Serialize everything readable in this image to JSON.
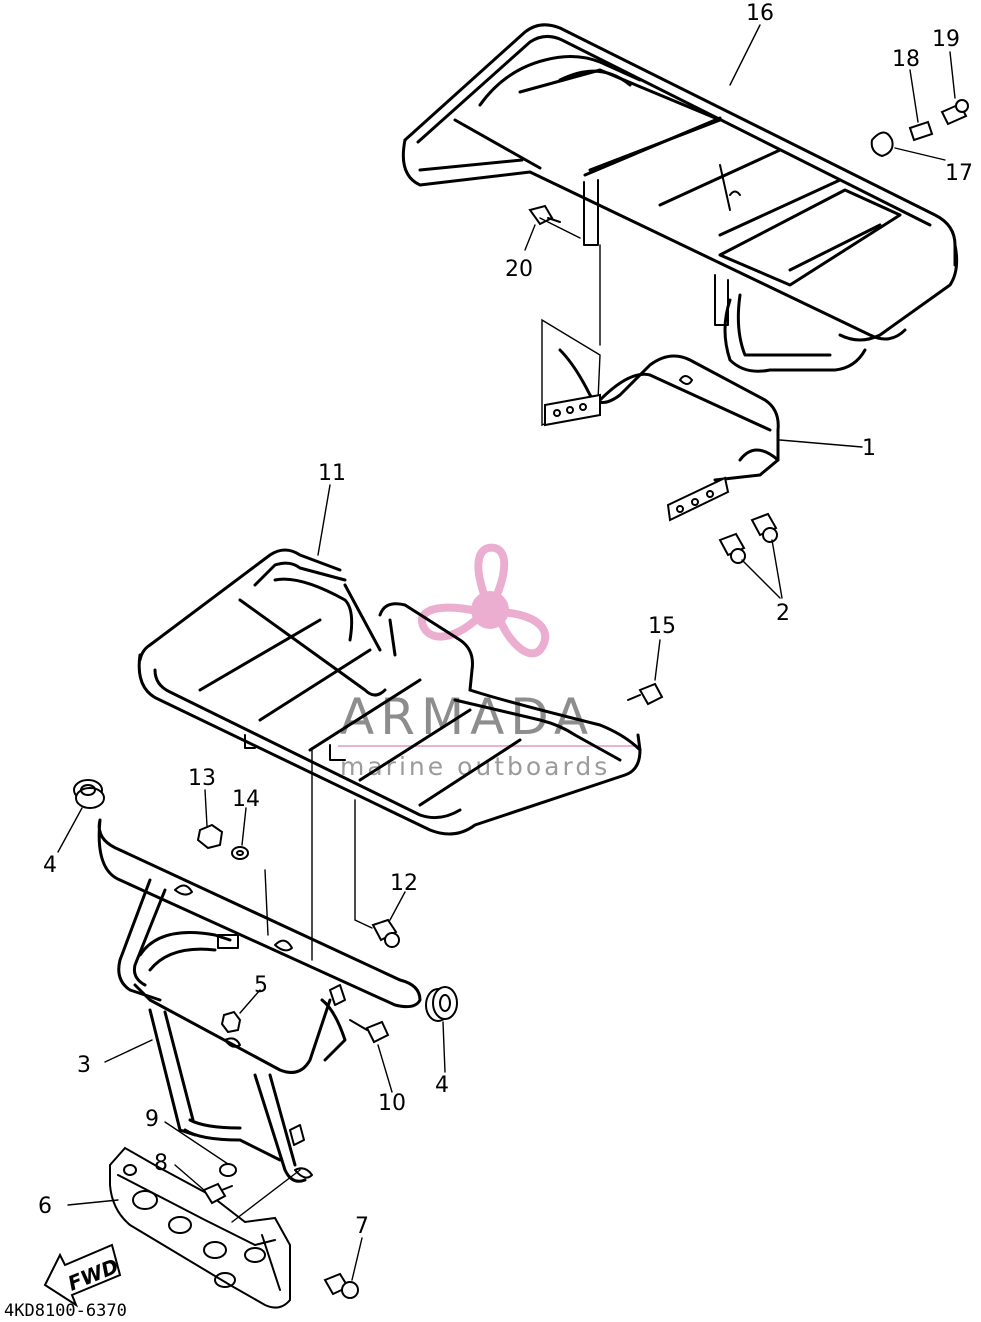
{
  "diagram_code": "4KD8100-6370",
  "watermark": {
    "brand": "ARMADA",
    "tagline": "marine outboards",
    "logo_color": "#e8a0c8"
  },
  "direction_label": "FWD",
  "callouts": [
    {
      "id": "c1",
      "label": "1"
    },
    {
      "id": "c2",
      "label": "2"
    },
    {
      "id": "c3",
      "label": "3"
    },
    {
      "id": "c4a",
      "label": "4"
    },
    {
      "id": "c4b",
      "label": "4"
    },
    {
      "id": "c5",
      "label": "5"
    },
    {
      "id": "c6",
      "label": "6"
    },
    {
      "id": "c7",
      "label": "7"
    },
    {
      "id": "c8",
      "label": "8"
    },
    {
      "id": "c9",
      "label": "9"
    },
    {
      "id": "c10",
      "label": "10"
    },
    {
      "id": "c11",
      "label": "11"
    },
    {
      "id": "c12",
      "label": "12"
    },
    {
      "id": "c13",
      "label": "13"
    },
    {
      "id": "c14",
      "label": "14"
    },
    {
      "id": "c15",
      "label": "15"
    },
    {
      "id": "c16",
      "label": "16"
    },
    {
      "id": "c17",
      "label": "17"
    },
    {
      "id": "c18",
      "label": "18"
    },
    {
      "id": "c19",
      "label": "19"
    },
    {
      "id": "c20",
      "label": "20"
    }
  ]
}
